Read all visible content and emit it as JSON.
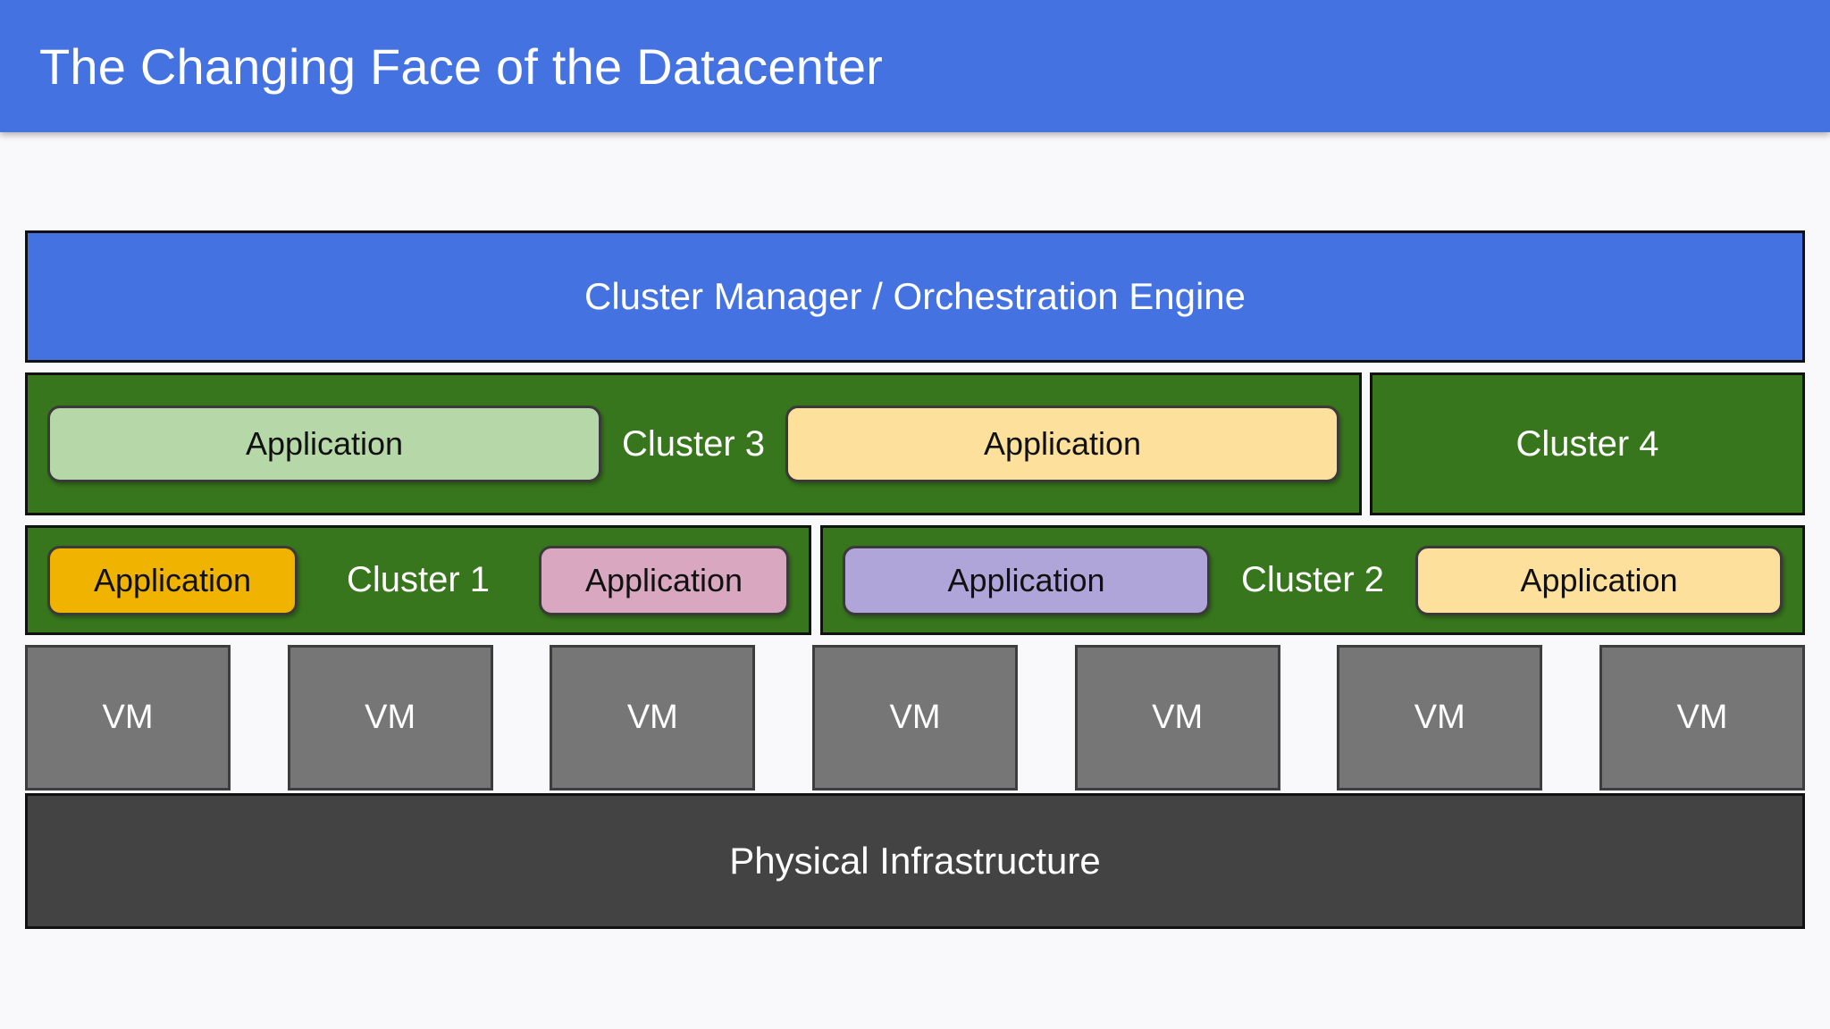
{
  "header": {
    "title": "The Changing Face of the Datacenter",
    "background_color": "#4472e0",
    "text_color": "#ffffff"
  },
  "diagram": {
    "orchestration": {
      "label": "Cluster Manager / Orchestration Engine",
      "color": "#4472e0"
    },
    "clusters": [
      {
        "name": "Cluster 3",
        "color": "#38761d",
        "apps": [
          {
            "label": "Application",
            "color": "#b6d7a8"
          },
          {
            "label": "Application",
            "color": "#fce09b"
          }
        ]
      },
      {
        "name": "Cluster 4",
        "color": "#38761d",
        "apps": []
      },
      {
        "name": "Cluster 1",
        "color": "#38761d",
        "apps": [
          {
            "label": "Application",
            "color": "#f0b400"
          },
          {
            "label": "Application",
            "color": "#d9a8c0"
          }
        ]
      },
      {
        "name": "Cluster 2",
        "color": "#38761d",
        "apps": [
          {
            "label": "Application",
            "color": "#afa5d9"
          },
          {
            "label": "Application",
            "color": "#fce09b"
          }
        ]
      }
    ],
    "vms": [
      {
        "label": "VM"
      },
      {
        "label": "VM"
      },
      {
        "label": "VM"
      },
      {
        "label": "VM"
      },
      {
        "label": "VM"
      },
      {
        "label": "VM"
      },
      {
        "label": "VM"
      }
    ],
    "vm_color": "#767676",
    "physical": {
      "label": "Physical Infrastructure",
      "color": "#434343"
    }
  }
}
